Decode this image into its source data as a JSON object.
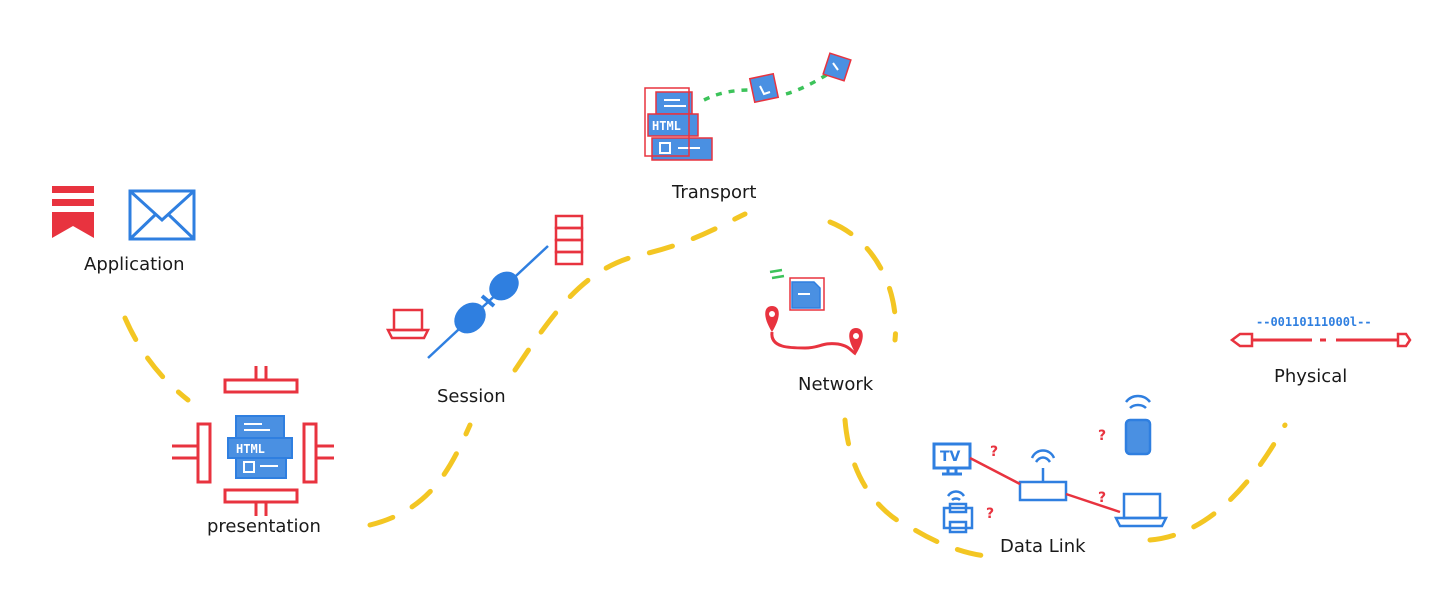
{
  "colors": {
    "red": "#e8333f",
    "blue": "#2f7fe0",
    "blue_fill": "#4a90e2",
    "yellow": "#f3c623",
    "green": "#3cc35a",
    "ink": "#1a1a1a"
  },
  "layers": {
    "application": "Application",
    "presentation": "presentation",
    "session": "Session",
    "transport": "Transport",
    "network": "Network",
    "data_link": "Data Link",
    "physical": "Physical"
  },
  "presentation_doc": "HTML",
  "transport_doc": "HTML",
  "physical_bits": "--00110111000l--",
  "data_link_question": "?",
  "data_link_tv": "TV",
  "icons": [
    "bookmark-icon",
    "mail-icon",
    "html-document-icon",
    "laptop-icon",
    "plug-icon",
    "server-icon",
    "packet-icon",
    "location-pin-icon",
    "tv-icon",
    "printer-icon",
    "router-icon",
    "phone-icon",
    "cable-icon"
  ]
}
